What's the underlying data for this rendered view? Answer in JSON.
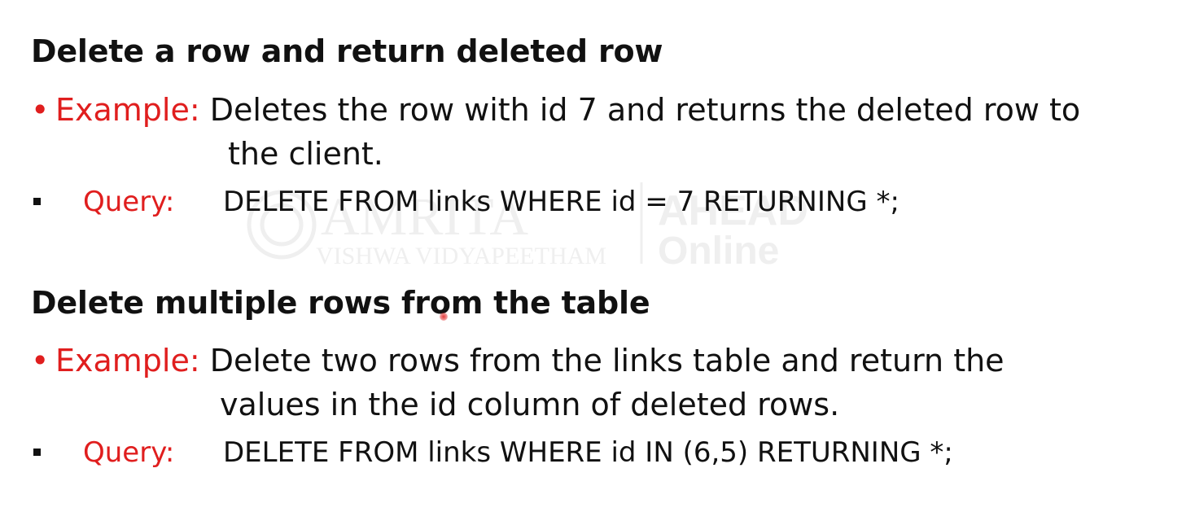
{
  "section1": {
    "heading": "Delete a row and return deleted row",
    "example_label": "Example:",
    "example_text_line1": "Deletes the row with id 7 and returns the deleted row to",
    "example_text_line2": "the client.",
    "query_label": "Query:",
    "query_text": "DELETE FROM links WHERE id = 7 RETURNING *;"
  },
  "section2": {
    "heading": "Delete multiple rows from the table",
    "example_label": "Example:",
    "example_text_line1": "Delete two rows from the links table and return the",
    "example_text_line2": "values in the id column of deleted rows.",
    "query_label": "Query:",
    "query_text": "DELETE FROM links WHERE id IN (6,5) RETURNING *;"
  },
  "watermark": {
    "brand": "AMRITA",
    "brand_sub": "VISHWA VIDYAPEETHAM",
    "partner": "AHEAD",
    "partner_sub": "Online"
  },
  "colors": {
    "accent": "#e01e1e",
    "text": "#111111",
    "watermark": "#f1f1f1"
  }
}
